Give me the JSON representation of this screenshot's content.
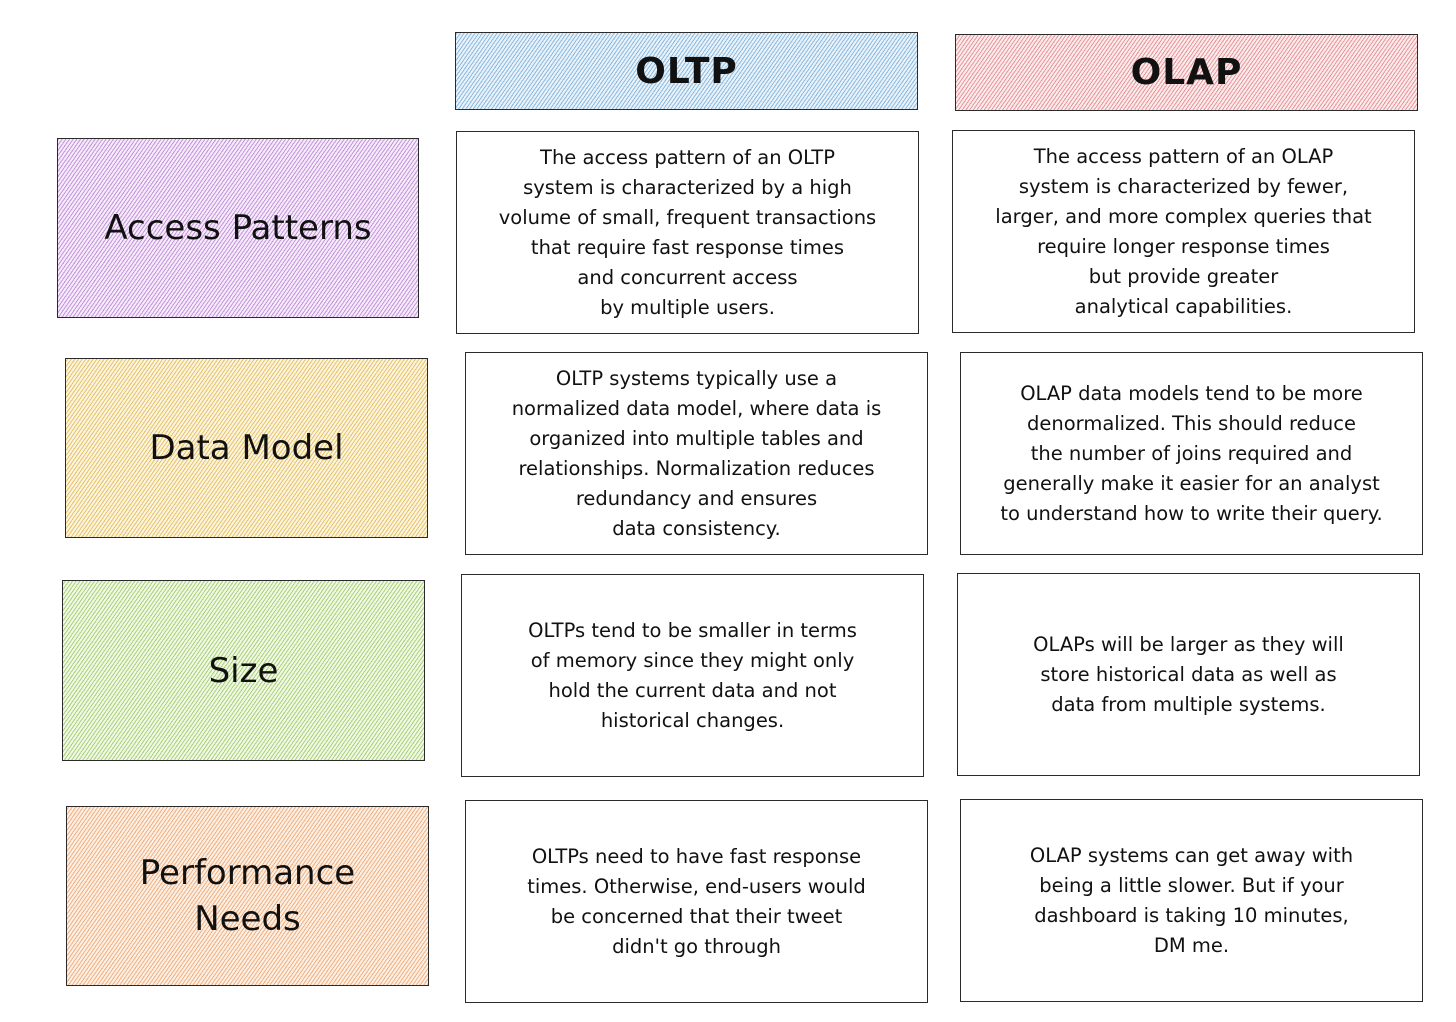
{
  "columns": [
    {
      "label": "OLTP",
      "tint": "#cfe3f2",
      "line": "#6fa8d6"
    },
    {
      "label": "OLAP",
      "tint": "#f7d4d6",
      "line": "#e07a82"
    }
  ],
  "rows": [
    {
      "label": "Access Patterns",
      "tint": "#ead3f3",
      "line": "#b77fd0",
      "oltp": "The access pattern of an OLTP\nsystem is characterized by a high\nvolume of small, frequent transactions\nthat require fast response times\nand concurrent access\nby multiple users.",
      "olap": "The access pattern of an OLAP\nsystem is characterized by fewer,\nlarger, and more complex queries that\nrequire longer response times\nbut provide greater\nanalytical capabilities."
    },
    {
      "label": "Data Model",
      "tint": "#f7e6b8",
      "line": "#e0b64a",
      "oltp": "OLTP systems typically use a\nnormalized data model, where data is\norganized into multiple tables and\nrelationships. Normalization reduces\nredundancy and ensures\ndata consistency.",
      "olap": "OLAP data models tend to be more\ndenormalized. This should reduce\nthe number of joins required and\ngenerally make it easier for an analyst\nto understand how to write their query."
    },
    {
      "label": "Size",
      "tint": "#deefc8",
      "line": "#9dc865",
      "oltp": "OLTPs tend to be smaller in terms\nof memory since they might only\nhold the current data and not\nhistorical changes.",
      "olap": "OLAPs will be larger as they will\nstore historical data as well as\ndata from multiple systems."
    },
    {
      "label": "Performance\nNeeds",
      "tint": "#f9dcc4",
      "line": "#eca26a",
      "oltp": "OLTPs need to have fast response\ntimes. Otherwise, end-users would\nbe concerned that their tweet\ndidn't go through",
      "olap": "OLAP systems can get away with\nbeing a little slower. But if your\ndashboard is taking 10 minutes,\nDM me."
    }
  ]
}
